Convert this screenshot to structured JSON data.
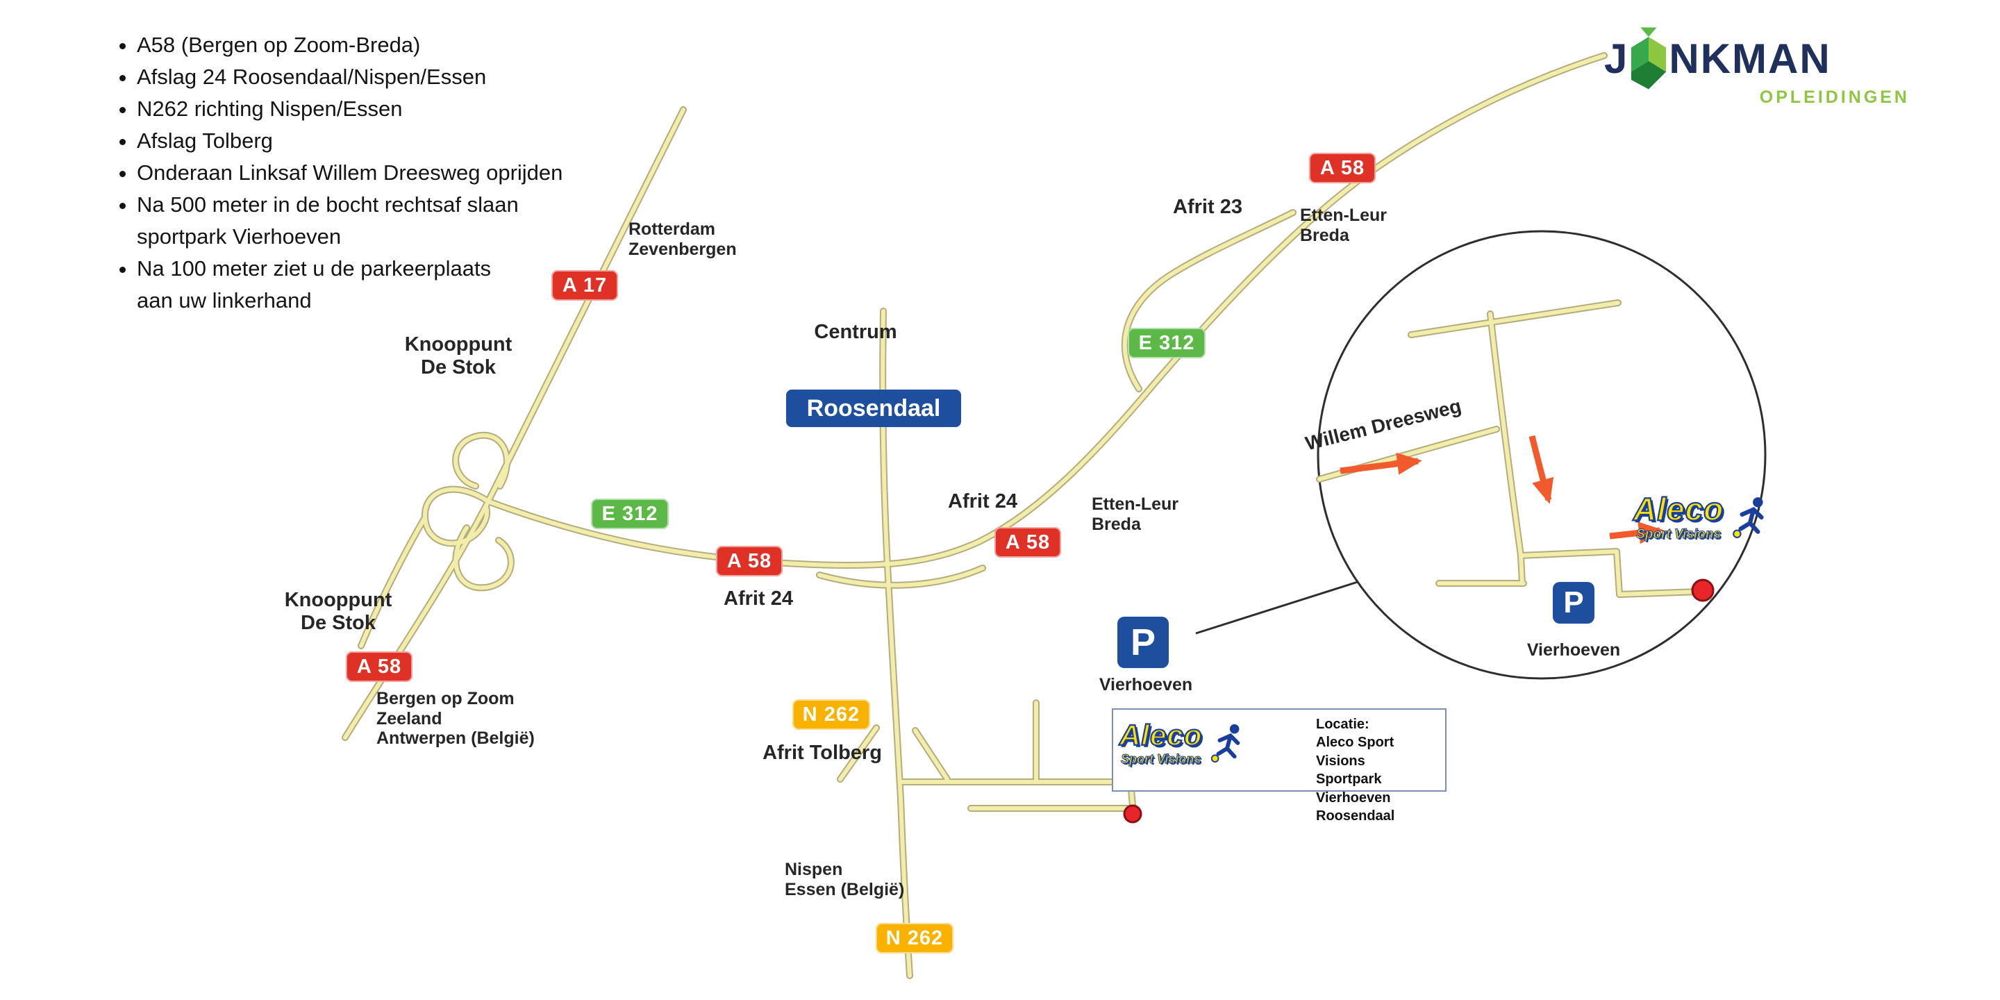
{
  "directions": {
    "items": [
      {
        "text": "A58 (Bergen op Zoom-Breda)",
        "bullet": true
      },
      {
        "text": "Afslag 24 Roosendaal/Nispen/Essen",
        "bullet": true
      },
      {
        "text": "N262 richting Nispen/Essen",
        "bullet": true
      },
      {
        "text": "Afslag Tolberg",
        "bullet": true
      },
      {
        "text": "Onderaan Linksaf Willem Dreesweg oprijden",
        "bullet": true
      },
      {
        "text": "Na 500 meter in de bocht rechtsaf slaan",
        "bullet": true
      },
      {
        "text": "sportpark Vierhoeven",
        "bullet": false
      },
      {
        "text": "Na 100 meter ziet u de parkeerplaats",
        "bullet": true
      },
      {
        "text": "aan uw linkerhand",
        "bullet": false
      }
    ]
  },
  "brand": {
    "prefix": "J",
    "rest": "NKMAN",
    "sub": "OPLEIDINGEN"
  },
  "map": {
    "badges": {
      "a17": "A 17",
      "a58": "A 58",
      "e312": "E 312",
      "n262": "N 262"
    },
    "city": "Roosendaal",
    "labels": {
      "rotterdam": "Rotterdam\nZevenbergen",
      "knooppunt": "Knooppunt\nDe Stok",
      "centrum": "Centrum",
      "afrit24": "Afrit 24",
      "afrit23": "Afrit 23",
      "ettenleur": "Etten-Leur\nBreda",
      "bergen": "Bergen op Zoom\nZeeland\nAntwerpen (België)",
      "tolberg": "Afrit Tolberg",
      "nispen": "Nispen\nEssen (België)",
      "vierhoeven": "Vierhoeven",
      "willem": "Willem Dreesweg",
      "parking": "P"
    },
    "aleco": {
      "name": "Aleco",
      "sub": "Sport Visions"
    },
    "locatie": {
      "title": "Locatie:",
      "lines": [
        "Aleco Sport Visions",
        "Sportpark Vierhoeven",
        "Roosendaal"
      ]
    }
  },
  "colors": {
    "motorway_red": "#e03127",
    "euroroute_green": "#5cb947",
    "nroad_yellow": "#f9b200",
    "sign_blue": "#1d4f9e",
    "road_fill": "#f2edaa",
    "road_casing": "#b3ac7d",
    "arrow_orange": "#f2592b",
    "marker_red": "#e8262a",
    "brand_green": "#8dc63f",
    "brand_navy": "#20305c",
    "aleco_yellow": "#ffe200",
    "aleco_blue": "#1a3e9c"
  }
}
